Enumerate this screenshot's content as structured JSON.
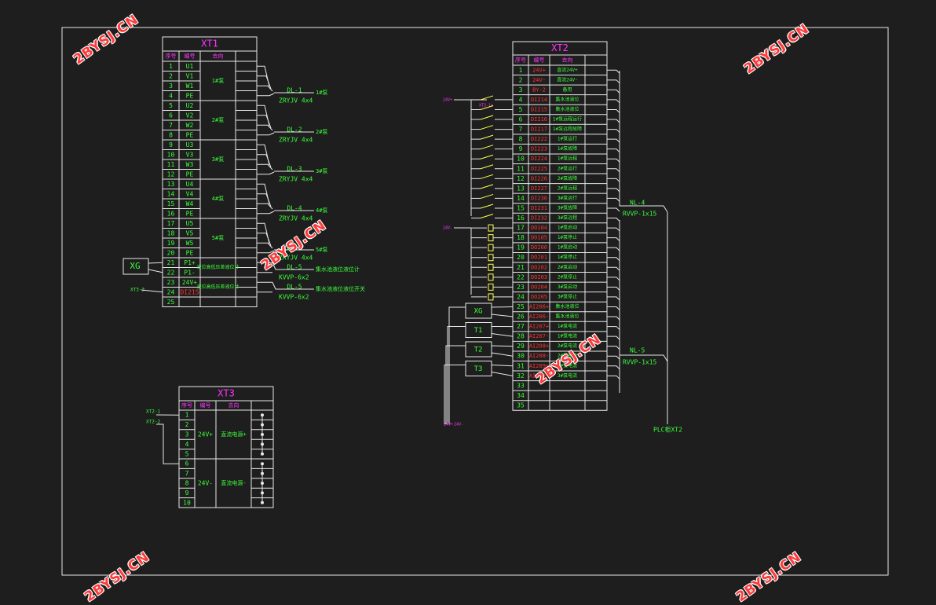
{
  "colors": {
    "background": "#1e1e1e",
    "line": "#e8e8e8",
    "green": "#3cff3c",
    "magenta": "#ff33ff",
    "red": "#ff3333",
    "yellow": "#ffff55",
    "watermark": "#ff3a3a"
  },
  "watermark": "2BYSJ.CN",
  "xt1": {
    "title": "XT1",
    "headers": [
      "序号",
      "编号",
      "去向"
    ],
    "rows": [
      [
        "1",
        "U1"
      ],
      [
        "2",
        "V1"
      ],
      [
        "3",
        "W1"
      ],
      [
        "4",
        "PE"
      ],
      [
        "5",
        "U2"
      ],
      [
        "6",
        "V2"
      ],
      [
        "7",
        "W2"
      ],
      [
        "8",
        "PE"
      ],
      [
        "9",
        "U3"
      ],
      [
        "10",
        "V3"
      ],
      [
        "11",
        "W3"
      ],
      [
        "12",
        "PE"
      ],
      [
        "13",
        "U4"
      ],
      [
        "14",
        "V4"
      ],
      [
        "15",
        "W4"
      ],
      [
        "16",
        "PE"
      ],
      [
        "17",
        "U5"
      ],
      [
        "18",
        "V5"
      ],
      [
        "19",
        "W5"
      ],
      [
        "20",
        "PE"
      ],
      [
        "21",
        "P1+"
      ],
      [
        "22",
        "P1-"
      ],
      [
        "23",
        "24V+"
      ],
      [
        "24",
        "DI215"
      ],
      [
        "25",
        ""
      ]
    ],
    "groups": [
      "1#泵",
      "2#泵",
      "3#泵",
      "4#泵",
      "5#泵"
    ],
    "desc21": "液位高低压差液位计",
    "desc23": "液位高低压差液位计",
    "cables": [
      {
        "name": "DL-1",
        "type": "ZRYJV 4x4",
        "dest": "1#泵"
      },
      {
        "name": "DL-2",
        "type": "ZRYJV 4x4",
        "dest": "2#泵"
      },
      {
        "name": "DL-3",
        "type": "ZRYJV 4x4",
        "dest": "3#泵"
      },
      {
        "name": "DL-4",
        "type": "ZRYJV 4x4",
        "dest": "4#泵"
      },
      {
        "name": "DL-4",
        "type": "ZRYJV 4x4",
        "dest": "5#泵"
      },
      {
        "name": "DL-5",
        "type": "KVVP-6x2",
        "dest": "集水池液位液位计"
      },
      {
        "name": "DL-5",
        "type": "KVVP-6x2",
        "dest": "集水池液位液位开关"
      }
    ],
    "xg": "XG",
    "xt3ref": "XT3-3"
  },
  "xt2": {
    "title": "XT2",
    "headers": [
      "序号",
      "编号",
      "去向"
    ],
    "rows": [
      [
        "1",
        "24V+",
        "直流24V+"
      ],
      [
        "2",
        "24V-",
        "直流24V-"
      ],
      [
        "3",
        "BY-2",
        "备用"
      ],
      [
        "4",
        "DI214",
        "集水池液位"
      ],
      [
        "5",
        "DI215",
        "集水池液位"
      ],
      [
        "6",
        "DI216",
        "1#泵远程运行"
      ],
      [
        "7",
        "DI217",
        "1#泵远程故障"
      ],
      [
        "8",
        "DI222",
        "1#泵运行"
      ],
      [
        "9",
        "DI223",
        "1#泵故障"
      ],
      [
        "10",
        "DI224",
        "1#泵远程"
      ],
      [
        "11",
        "DI225",
        "2#泵运行"
      ],
      [
        "12",
        "DI226",
        "2#泵故障"
      ],
      [
        "13",
        "DI227",
        "2#泵远程"
      ],
      [
        "14",
        "DI230",
        "3#泵运行"
      ],
      [
        "15",
        "DI231",
        "3#泵故障"
      ],
      [
        "16",
        "DI232",
        "3#泵远程"
      ],
      [
        "17",
        "DO104",
        "1#泵启动"
      ],
      [
        "18",
        "DO105",
        "1#泵停止"
      ],
      [
        "19",
        "DO200",
        "1#泵启动"
      ],
      [
        "20",
        "DO201",
        "1#泵停止"
      ],
      [
        "21",
        "DO202",
        "2#泵启动"
      ],
      [
        "22",
        "DO203",
        "2#泵停止"
      ],
      [
        "23",
        "DO204",
        "3#泵启动"
      ],
      [
        "24",
        "DO205",
        "3#泵停止"
      ],
      [
        "25",
        "AI206+",
        "集水池液位"
      ],
      [
        "26",
        "AI206-",
        "集水池液位"
      ],
      [
        "27",
        "AI207+",
        "1#泵电流"
      ],
      [
        "28",
        "AI207-",
        "1#泵电流"
      ],
      [
        "29",
        "AI208+",
        "2#泵电流"
      ],
      [
        "30",
        "AI208-",
        "2#泵电流"
      ],
      [
        "31",
        "AI209+",
        "3#泵电流"
      ],
      [
        "32",
        "AI209-",
        "3#泵电流"
      ],
      [
        "33",
        "",
        ""
      ],
      [
        "34",
        "",
        ""
      ],
      [
        "35",
        "",
        ""
      ]
    ],
    "cables": [
      {
        "name": "NL-4",
        "type": "RVVP-1x15"
      },
      {
        "name": "NL-5",
        "type": "RVVP-1x15"
      }
    ],
    "plc": "PLC柜XT2",
    "devices": [
      "XG",
      "T1",
      "T2",
      "T3"
    ],
    "left_labels": [
      "24V+",
      "XT3-1a",
      "24V-",
      "24V+",
      "24V-"
    ]
  },
  "xt3": {
    "title": "XT3",
    "headers": [
      "序号",
      "编号",
      "去向"
    ],
    "rows": [
      "1",
      "2",
      "3",
      "4",
      "5",
      "6",
      "7",
      "8",
      "9",
      "10"
    ],
    "group1": {
      "code": "24V+",
      "desc": "直流电源+"
    },
    "group2": {
      "code": "24V-",
      "desc": "直流电源-"
    },
    "refs": [
      "XT2-1",
      "XT2-2"
    ]
  }
}
